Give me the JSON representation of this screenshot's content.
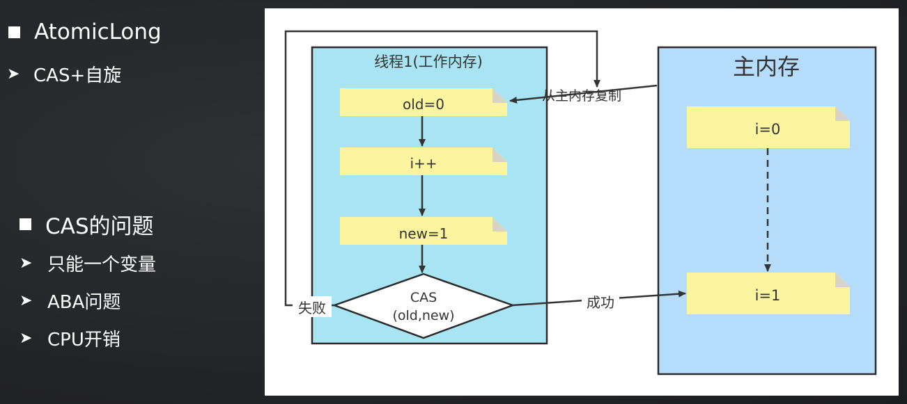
{
  "left_panel": {
    "section1": {
      "title": "AtomicLong",
      "items": [
        "CAS+自旋"
      ]
    },
    "section2": {
      "title": "CAS的问题",
      "items": [
        "只能一个变量",
        "ABA问题",
        "CPU开销"
      ]
    }
  },
  "diagram": {
    "thread": {
      "title": "线程1(工作内存)",
      "steps": [
        "old=0",
        "i++",
        "new=1"
      ],
      "decision": [
        "CAS",
        "(old,new)"
      ]
    },
    "main_memory": {
      "title": "主内存",
      "values": [
        "i=0",
        "i=1"
      ]
    },
    "edges": {
      "copy": "从主内存复制",
      "fail": "失败",
      "success": "成功"
    },
    "colors": {
      "thread_bg": "#a8e4f2",
      "memory_bg": "#b5dcfa",
      "note_bg": "#fbf5a0",
      "note_fold": "#d9d3c4"
    }
  }
}
